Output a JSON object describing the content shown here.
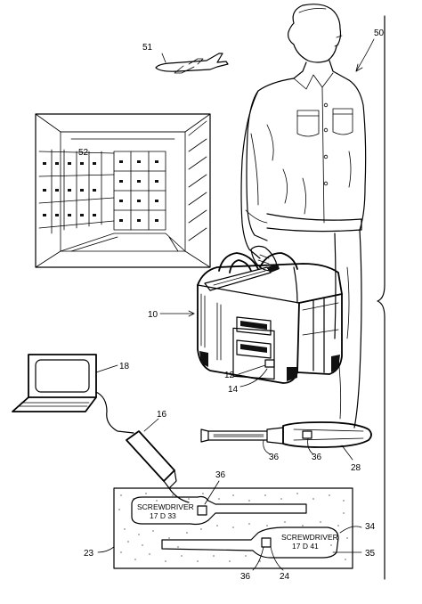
{
  "labels": {
    "ref_50": "50",
    "ref_51": "51",
    "ref_52": "52",
    "ref_10": "10",
    "ref_12": "12",
    "ref_14": "14",
    "ref_18": "18",
    "ref_16": "16",
    "ref_36_tool_a": "36",
    "ref_36_tool_b": "36",
    "ref_28": "28",
    "ref_36_upper": "36",
    "ref_34": "34",
    "ref_35": "35",
    "ref_23": "23",
    "ref_36_lower": "36",
    "ref_24": "24"
  },
  "tool_tags": {
    "upper_title": "SCREWDRIVER",
    "upper_code": "17 D 33",
    "lower_title": "SCREWDRIVER",
    "lower_code": "17 D 41"
  }
}
